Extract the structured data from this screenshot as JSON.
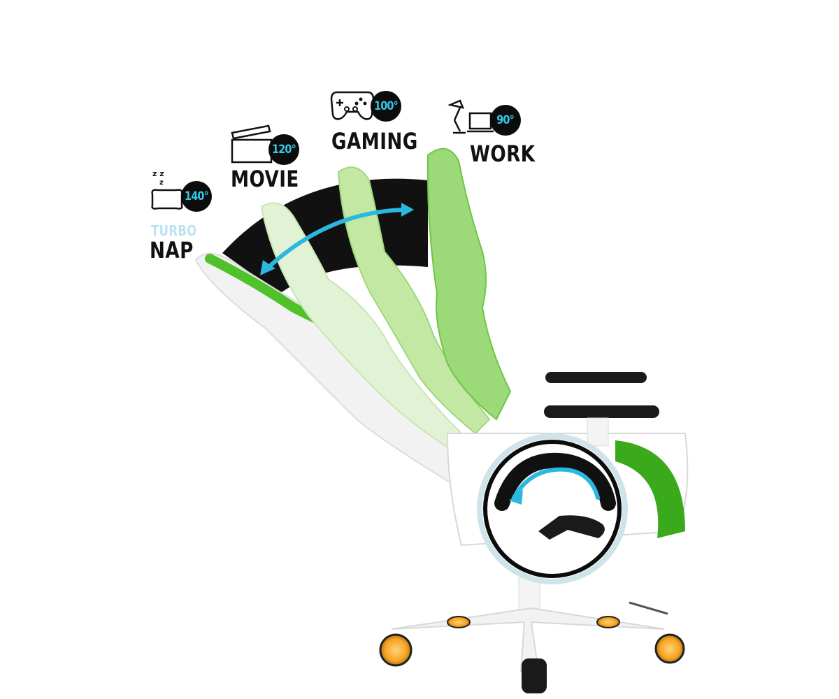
{
  "modes": [
    {
      "id": "nap",
      "prefix": "TURBO",
      "label": "NAP",
      "angle": "140°",
      "icon": "sleep-pillow-icon"
    },
    {
      "id": "movie",
      "label": "MOVIE",
      "angle": "120°",
      "icon": "clapperboard-icon"
    },
    {
      "id": "gaming",
      "label": "GAMING",
      "angle": "100°",
      "icon": "gamepad-icon"
    },
    {
      "id": "work",
      "label": "WORK",
      "angle": "90°",
      "icon": "desk-lamp-laptop-icon"
    }
  ],
  "colors": {
    "accent_arrow": "#2bb8e0",
    "badge_bg": "#0c0c0c",
    "badge_text": "#38c6e8",
    "seat_green": "#7fd85a",
    "caster_orange": "#f5a623"
  }
}
